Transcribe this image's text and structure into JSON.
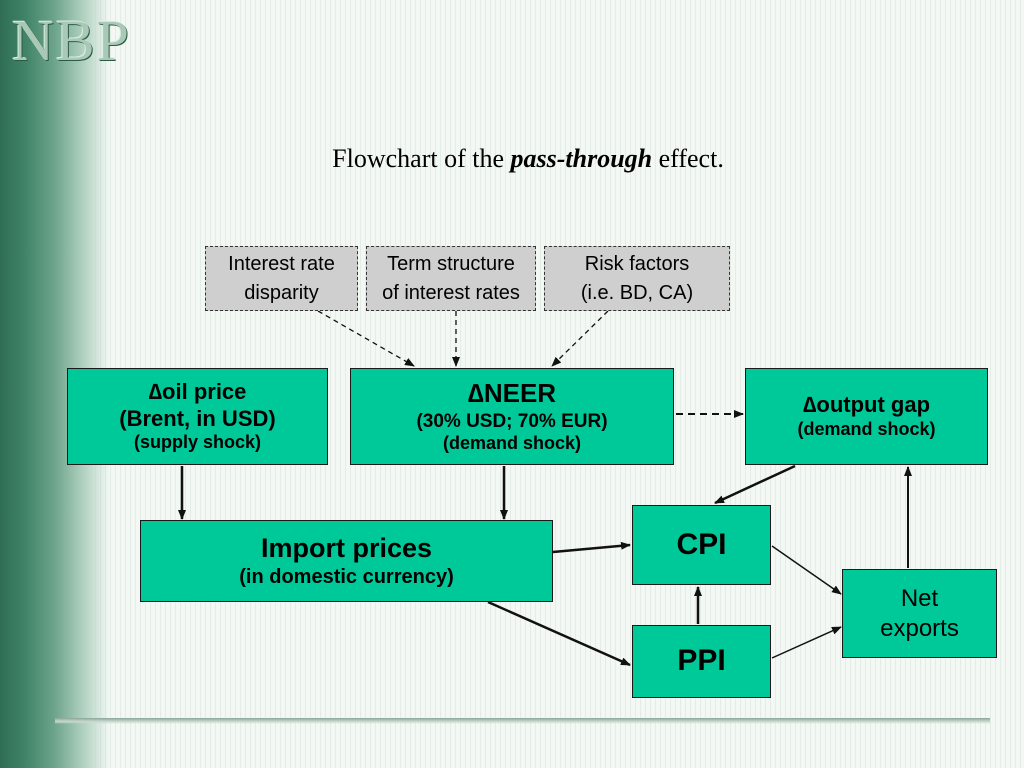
{
  "logo": "NBP",
  "title": {
    "prefix": "Flowchart of the ",
    "emphasis": "pass-through",
    "suffix": " effect."
  },
  "factors": {
    "interest_rate": [
      "Interest rate",
      "disparity"
    ],
    "term_structure": [
      "Term structure",
      "of interest rates"
    ],
    "risk_factors": [
      "Risk factors",
      "(i.e. BD, CA)"
    ]
  },
  "nodes": {
    "oil_price": {
      "title": "∆oil price",
      "line2": "(Brent, in USD)",
      "line3": "(supply shock)"
    },
    "neer": {
      "title": "∆NEER",
      "line2": "(30% USD; 70% EUR)",
      "line3": "(demand shock)"
    },
    "output_gap": {
      "title": "∆output gap",
      "line2": "(demand shock)"
    },
    "import_prices": {
      "title": "Import prices",
      "line2": "(in domestic currency)"
    },
    "cpi": "CPI",
    "ppi": "PPI",
    "net_exports": [
      "Net",
      "exports"
    ]
  }
}
